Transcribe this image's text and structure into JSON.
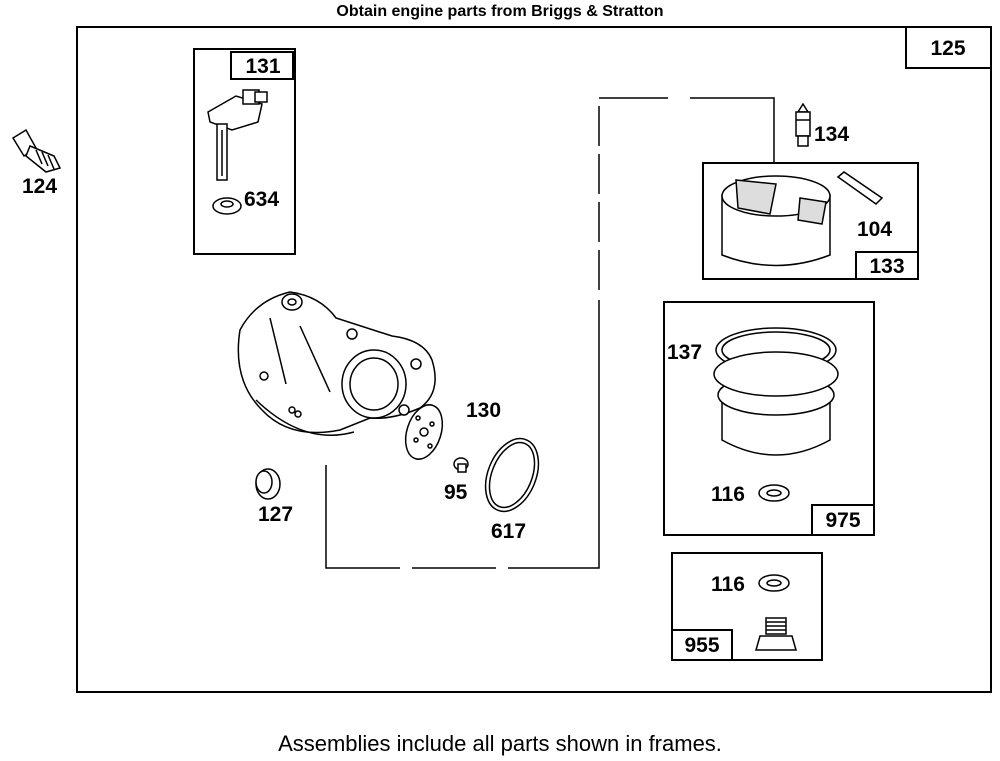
{
  "header": {
    "title": "Obtain engine parts from Briggs & Stratton"
  },
  "footer": {
    "note": "Assemblies include all parts shown in frames."
  },
  "labels": {
    "p125": "125",
    "p131": "131",
    "p634": "634",
    "p124": "124",
    "p134": "134",
    "p104": "104",
    "p133": "133",
    "p137": "137",
    "p116a": "116",
    "p975": "975",
    "p130": "130",
    "p95": "95",
    "p617": "617",
    "p127": "127",
    "p116b": "116",
    "p955": "955"
  }
}
